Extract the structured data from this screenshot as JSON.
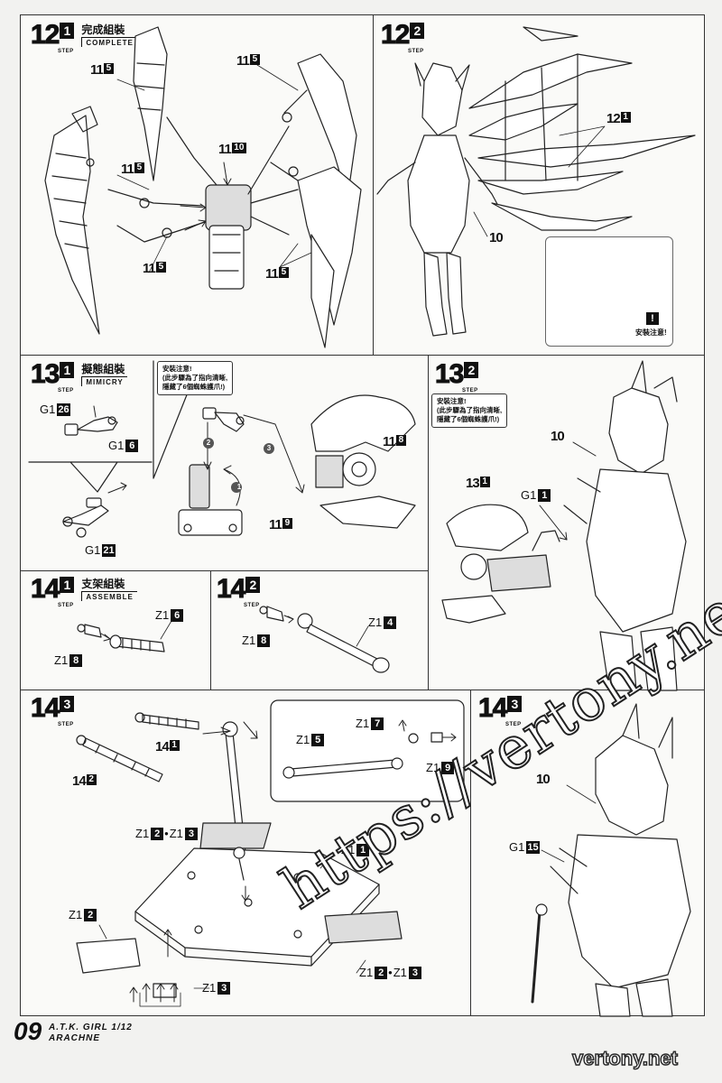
{
  "steps": {
    "s12_1": {
      "big": "12",
      "sub": "1",
      "word": "STEP",
      "cn": "完成組裝",
      "en": "COMPLETE"
    },
    "s12_2": {
      "big": "12",
      "sub": "2",
      "word": "STEP"
    },
    "s13_1": {
      "big": "13",
      "sub": "1",
      "word": "STEP",
      "cn": "擬態組裝",
      "en": "MIMICRY"
    },
    "s13_2": {
      "big": "13",
      "sub": "2",
      "word": "STEP"
    },
    "s14_1": {
      "big": "14",
      "sub": "1",
      "word": "STEP",
      "cn": "支架組裝",
      "en": "ASSEMBLE"
    },
    "s14_2": {
      "big": "14",
      "sub": "2",
      "word": "STEP"
    },
    "s14_3a": {
      "big": "14",
      "sub": "3",
      "word": "STEP"
    },
    "s14_3b": {
      "big": "14",
      "sub": "3",
      "word": "STEP"
    }
  },
  "refs": {
    "r11_5": {
      "b": "11",
      "s": "5"
    },
    "r11_10": {
      "b": "11",
      "s": "10"
    },
    "r12_1": {
      "b": "12",
      "s": "1"
    },
    "r10": {
      "b": "10"
    },
    "r11_8": {
      "b": "11",
      "s": "8"
    },
    "r11_9": {
      "b": "11",
      "s": "9"
    },
    "r13_1": {
      "b": "13",
      "s": "1"
    },
    "r14_1": {
      "b": "14",
      "s": "1"
    },
    "r14_2": {
      "b": "14",
      "s": "2"
    }
  },
  "parts": {
    "g1_26": {
      "p": "G1",
      "n": "26"
    },
    "g1_6": {
      "p": "G1",
      "n": "6"
    },
    "g1_21": {
      "p": "G1",
      "n": "21"
    },
    "g1_1": {
      "p": "G1",
      "n": "1"
    },
    "g1_15": {
      "p": "G1",
      "n": "15"
    },
    "z1_6": {
      "p": "Z1",
      "n": "6"
    },
    "z1_8": {
      "p": "Z1",
      "n": "8"
    },
    "z1_4": {
      "p": "Z1",
      "n": "4"
    },
    "z1_5": {
      "p": "Z1",
      "n": "5"
    },
    "z1_7": {
      "p": "Z1",
      "n": "7"
    },
    "z1_9": {
      "p": "Z1",
      "n": "9"
    },
    "z1_1": {
      "p": "Z1",
      "n": "1"
    },
    "z1_2": {
      "p": "Z1",
      "n": "2"
    },
    "z1_3": {
      "p": "Z1",
      "n": "3"
    },
    "z1_2_3_top": {
      "p1": "Z1",
      "n1": "2",
      "dot": "•",
      "p2": "Z1",
      "n2": "3"
    },
    "z1_2_3_bot": {
      "p1": "Z1",
      "n1": "2",
      "dot": "•",
      "p2": "Z1",
      "n2": "3"
    }
  },
  "notes": {
    "n13_1": {
      "l1": "安裝注意!",
      "l2": "(此步驟為了指向清晰,",
      "l3": "隱藏了6個蜘蛛護爪!)"
    },
    "n13_2": {
      "l1": "安裝注意!",
      "l2": "(此步驟為了指向清晰,",
      "l3": "隱藏了6個蜘蛛護爪!)"
    },
    "warn": {
      "icon": "!",
      "text": "安裝注意!"
    }
  },
  "arrows": {
    "a1": "1",
    "a2": "2",
    "a3": "3"
  },
  "footer": {
    "page": "09",
    "line1": "A.T.K. GIRL 1/12",
    "line2": "ARACHNE"
  },
  "watermark": "https://vertony.net",
  "site": "vertony.net"
}
